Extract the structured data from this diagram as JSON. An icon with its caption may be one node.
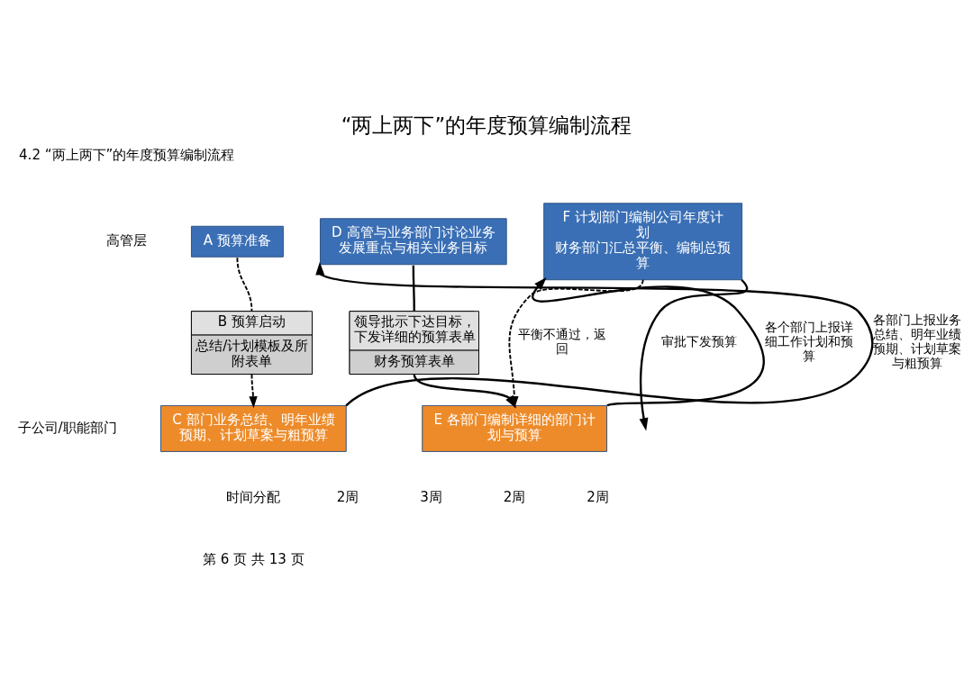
{
  "diagram": {
    "title": "“两上两下”的年度预算编制流程",
    "nodes": [
      {
        "text": [
          "A 预算准备"
        ]
      },
      {
        "text": [
          "D 高管与业务部门讨论业务发展重点与相关业务目标"
        ]
      },
      {
        "text": [
          "F 计划部门编制公司年度计划",
          "财务部门汇总平衡、编制总预算"
        ]
      },
      {
        "text": [
          "B 预算启动",
          "总结/计划模板及所附表单"
        ]
      },
      {
        "text": [
          "领导批示下达目标，下发详细的预算表单",
          "财务预算表单"
        ]
      },
      {
        "text": [
          "C 部门业务总结、明年业绩预期、计划草案与粗预算"
        ]
      },
      {
        "text": [
          "E 各部门编制详细的部门计划与预算"
        ]
      }
    ],
    "edges": [
      {
        "from": 0,
        "to": 3,
        "arrow": "none",
        "style": "dashed"
      },
      {
        "from": 3,
        "to": 5,
        "arrow": "to",
        "style": "dashed"
      },
      {
        "from": 5,
        "to": 1,
        "arrow": "to",
        "label": "各部门上报业务总结、明年业绩预期、计划草案与粗预算"
      },
      {
        "from": 1,
        "to": 4,
        "arrow": "none"
      },
      {
        "from": 4,
        "to": 6,
        "arrow": "to"
      },
      {
        "from": 6,
        "to": 2,
        "arrow": "to",
        "label": "各个部门上报详细工作计划和预算"
      },
      {
        "from": 2,
        "to": 6,
        "arrow": "to",
        "style": "dashed",
        "label": "平衡不通过，返回"
      },
      {
        "from": 2,
        "to": null,
        "arrow": "to",
        "label": "审批下发预算"
      }
    ],
    "labels": [
      "4.2 “两上两下”的年度预算编制流程",
      "高管层",
      "子公司/职能部门",
      "时间分配",
      "2周",
      "3周",
      "2周",
      "2周",
      "第 6 页 共 13 页"
    ]
  }
}
